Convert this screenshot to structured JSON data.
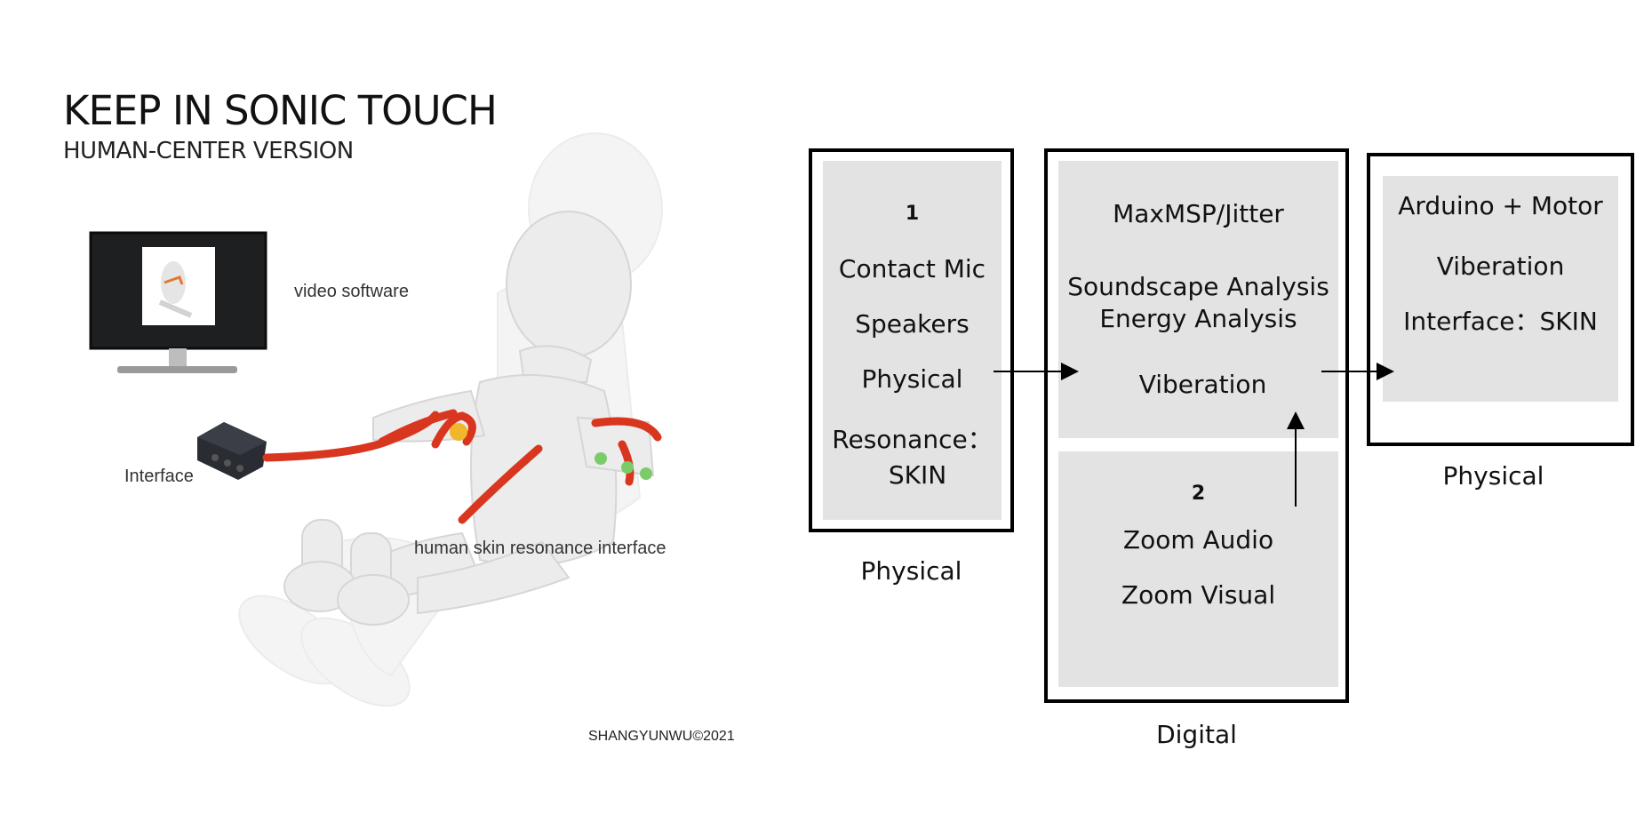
{
  "poster": {
    "title": "KEEP IN SONIC TOUCH",
    "subtitle": "HUMAN-CENTER VERSION",
    "labels": {
      "video_software": "video software",
      "interface": "Interface",
      "skin_interface": "human skin resonance interface",
      "credit": "SHANGYUNWU©2021"
    },
    "colors": {
      "cable": "#d9361f",
      "sensor": "#7ccb6a",
      "contact": "#f2b62c"
    }
  },
  "diagram": {
    "box1": {
      "number": "1",
      "items": [
        "Contact Mic",
        "Speakers",
        "Physical",
        "Resonance：",
        "SKIN"
      ],
      "caption": "Physical"
    },
    "box2": {
      "top_items": [
        "MaxMSP/Jitter",
        "Soundscape Analysis",
        "Energy Analysis",
        "Viberation"
      ],
      "bottom": {
        "number": "2",
        "items": [
          "Zoom Audio",
          "Zoom Visual"
        ]
      },
      "caption": "Digital"
    },
    "box3": {
      "items": [
        "Arduino + Motor",
        "Viberation",
        "Interface：SKIN"
      ],
      "caption": "Physical"
    }
  }
}
